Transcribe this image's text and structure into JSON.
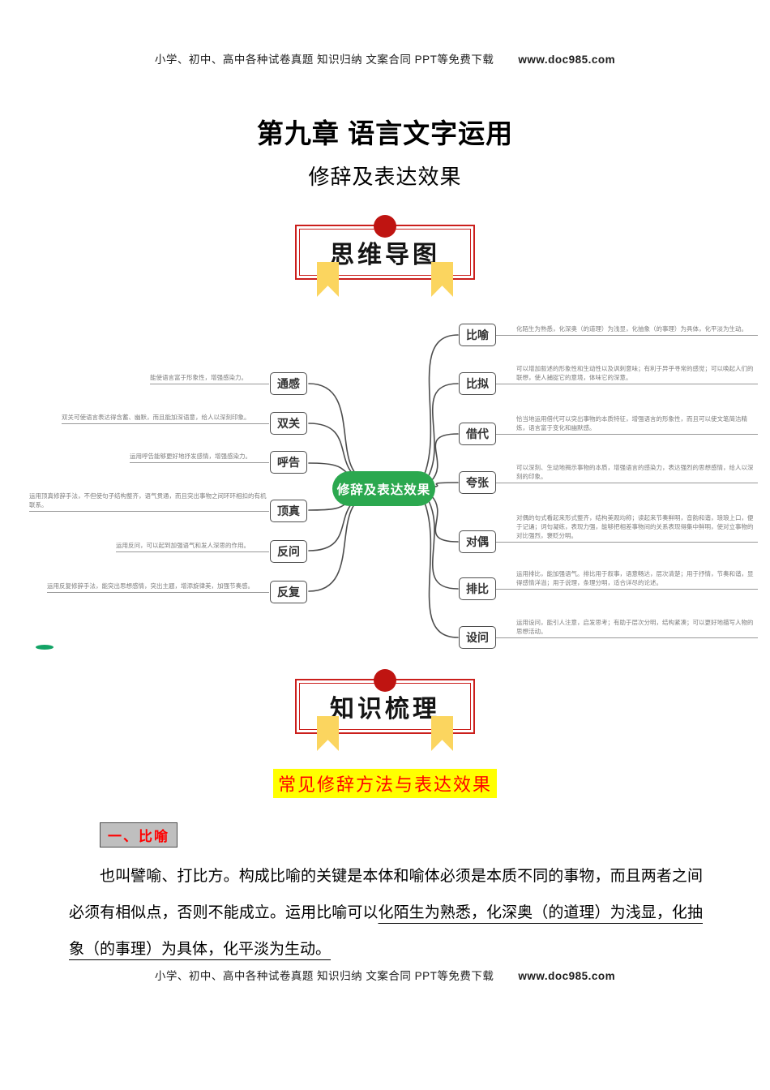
{
  "header": {
    "text": "小学、初中、高中各种试卷真题 知识归纳 文案合同 PPT等免费下载",
    "url": "www.doc985.com"
  },
  "title": {
    "chapter": "第九章 语言文字运用",
    "subtitle": "修辞及表达效果"
  },
  "banner": {
    "mindmap": "思维导图",
    "knowledge": "知识梳理"
  },
  "mindmap": {
    "center": "修辞及表达效果",
    "left": [
      {
        "label": "通感",
        "desc": "能使语言富于形象性，增强感染力。"
      },
      {
        "label": "双关",
        "desc": "双关可使语言表达得含蓄、幽默，而且能加深语意，给人以深刻印象。"
      },
      {
        "label": "呼告",
        "desc": "运用呼告能够更好地抒发感情，增强感染力。"
      },
      {
        "label": "顶真",
        "desc": "运用顶真修辞手法，不但使句子结构整齐，语气贯通，而且突出事物之间环环相扣的有机联系。"
      },
      {
        "label": "反问",
        "desc": "运用反问，可以起到加强语气和发人深思的作用。"
      },
      {
        "label": "反复",
        "desc": "运用反复修辞手法，能突出思想感情，突出主题，增添旋律美，加强节奏感。"
      }
    ],
    "right": [
      {
        "label": "比喻",
        "desc": "化陌生为熟悉，化深奥（的道理）为浅显，化抽象（的事理）为具体，化平淡为生动。"
      },
      {
        "label": "比拟",
        "desc": "可以增加叙述的形象性和生动性以及讽刺意味；有利于异乎寻常的感觉；可以唤起人们的联想，使人捕捉它的意境，体味它的深意。"
      },
      {
        "label": "借代",
        "desc": "恰当地运用借代可以突出事物的本质特征，增强语言的形象性，而且可以使文笔简洁精炼，语言富于变化和幽默感。"
      },
      {
        "label": "夸张",
        "desc": "可以深刻、生动地揭示事物的本质，增强语言的感染力，表达强烈的思想感情，给人以深刻的印象。"
      },
      {
        "label": "对偶",
        "desc": "对偶的句式看起来形式整齐，结构美观均称；读起来节奏鲜明，音韵和谐，琅琅上口，便于记诵；词句凝练，表现力强，能够把相差事物间的关系表现得集中鲜明，使对立事物的对比强烈，褒贬分明。"
      },
      {
        "label": "排比",
        "desc": "运用排比，能加强语气。排比用于叙事，语意畅达，层次清楚；用于抒情，节奏和谐，显得感情洋溢；用于说理，条理分明，适合详尽的论述。"
      },
      {
        "label": "设问",
        "desc": "运用设问，能引人注意，启发思考；有助于层次分明，结构紧凑；可以更好地描写人物的思想活动。"
      }
    ]
  },
  "knowledge": {
    "highlight_title": "常见修辞方法与表达效果",
    "section_heading": "一、比喻",
    "paragraph": "也叫譬喻、打比方。构成比喻的关键是本体和喻体必须是本质不同的事物，而且两者之间必须有相似点，否则不能成立。运用比喻可以",
    "paragraph_underline": "化陌生为熟悉，化深奥（的道理）为浅显，化抽象（的事理）为具体，化平淡为生动。"
  },
  "footer": {
    "text": "小学、初中、高中各种试卷真题 知识归纳 文案合同 PPT等免费下载",
    "url": "www.doc985.com"
  },
  "colors": {
    "center_green": "#2BA84F",
    "banner_red": "#CB1F1C",
    "dot_red": "#BF1411",
    "ribbon_yellow": "#FBD55F",
    "highlight_yellow": "#FFFF00",
    "highlight_red": "#FF0000",
    "heading_gray": "#BFBFBF"
  }
}
